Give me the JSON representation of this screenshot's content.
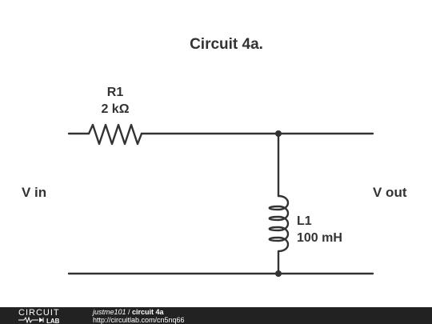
{
  "diagram": {
    "title": "Circuit 4a.",
    "input_label": "V in",
    "output_label": "V out",
    "components": [
      {
        "ref": "R1",
        "value": "2 kΩ",
        "type": "resistor"
      },
      {
        "ref": "L1",
        "value": "100 mH",
        "type": "inductor"
      }
    ]
  },
  "footer": {
    "logo_top": "CIRCUIT",
    "logo_bottom": "LAB",
    "user": "justme101",
    "separator": " / ",
    "circuit_name": "circuit 4a",
    "url": "http://circuitlab.com/cn5nq66"
  },
  "colors": {
    "ink": "#333333",
    "footer_bg": "#222222",
    "footer_text": "#ffffff"
  },
  "icons": [
    "resistor-icon",
    "inductor-icon",
    "circuitlab-logo-icon"
  ]
}
